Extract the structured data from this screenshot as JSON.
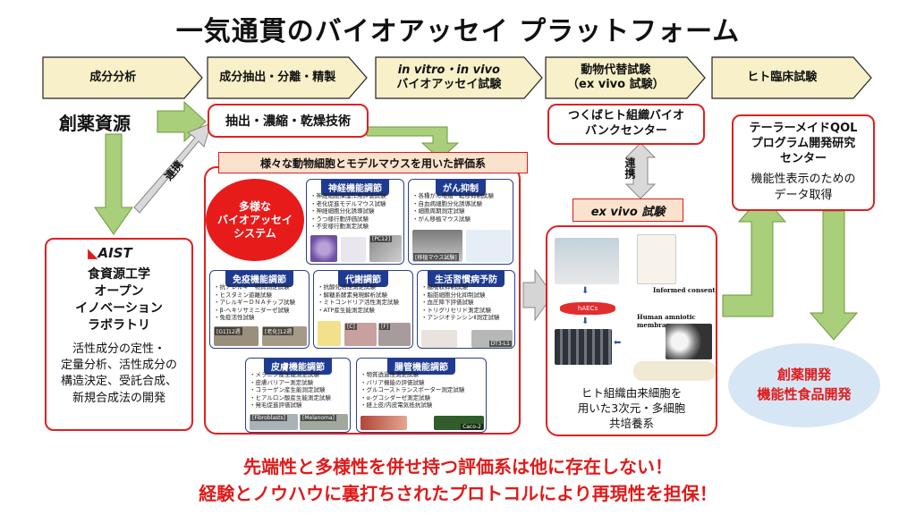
{
  "title": "一気通貫のバイオアッセイ プラットフォーム",
  "stages": [
    {
      "line1": "成分分析",
      "line2": ""
    },
    {
      "line1": "成分抽出・分離・精製",
      "line2": ""
    },
    {
      "line1": "in vitro・in vivo",
      "line2": "バイオアッセイ試験"
    },
    {
      "line1": "動物代替試験",
      "line2": "（ex vivo 試験）"
    },
    {
      "line1": "ヒト臨床試験",
      "line2": ""
    }
  ],
  "souyaku": "創薬資源",
  "extraction": "抽出・濃縮・乾燥技術",
  "renkei": "連携",
  "aist": {
    "logo": "AIST",
    "title": [
      "食資源工学",
      "オープン",
      "イノベーション",
      "ラボラトリ"
    ],
    "desc": [
      "活性成分の定性・",
      "定量分析、活性成分の",
      "構造決定、受託合成、",
      "新規合成法の開発"
    ]
  },
  "eval_title": "様々な動物細胞とモデルマウスを用いた評価系",
  "tayou": [
    "多様な",
    "バイオアッセイ",
    "システム"
  ],
  "panels": {
    "neuro": {
      "head": "神経機能調節",
      "items": [
        "・神経細胞保護作用評価試験",
        "・老化促進モデルマウス試験",
        "・神経細胞分化誘導試験",
        "・うつ様行動評価試験",
        "・不安様行動測定試験"
      ]
    },
    "cancer": {
      "head": "がん抑制",
      "items": [
        "・各種がん増殖・転移抑制試験",
        "・自血病細胞分化誘導試験",
        "・細胞周期測定試験",
        "・がん移植マウス試験"
      ]
    },
    "immune": {
      "head": "免疫機能調節",
      "items": [
        "・抗アレルギー物質測定試験",
        "・ヒスタミン遊離試験",
        "・アレルギーＤＮＡチップ試験",
        "・β-ヘキソサミニダーゼ試験",
        "・免疫活性試験"
      ]
    },
    "metab": {
      "head": "代謝調節",
      "items": [
        "・抗酸化活性測定試験",
        "・解糖系酵素発現解析試験",
        "・ミトコンドリア活性測定試験",
        "・ATP産生能測定試験"
      ]
    },
    "lifestyle": {
      "head": "生活習慣病予防",
      "items": [
        "・糖吸収抑制試験",
        "・脂肪細胞分化抑制試験",
        "・血圧降下評価試験",
        "・トリグリセリド測定試験",
        "・アンジオテンシンⅡ測定試験"
      ]
    },
    "skin": {
      "head": "皮膚機能調節",
      "items": [
        "・メラニン産生能測定試験",
        "・皮膚バリアー測定試験",
        "・コラーゲン産生能測定試験",
        "・ヒアルロン酸産生能測定試験",
        "・発毛促進評価試験"
      ]
    },
    "gut": {
      "head": "腸管機能調節",
      "items": [
        "・物質透過性測定試験",
        "・バリア機能の評価試験",
        "・グルコーストランスポーター測定試験",
        "・α-グコシダーゼ測定試験",
        "・経上皮/内皮電気抵抗試験"
      ]
    }
  },
  "img_labels": {
    "immune1": "[G1]12週",
    "immune2": "[老化]12週",
    "metab1": "[C]",
    "metab2": "[F]",
    "lifestyle": "DT3-L1",
    "skin1": "[Fibroblasts]",
    "skin2": "[Melanoma]",
    "gut": "Caco-2",
    "neuro": "[PC12]",
    "cancer": "[移植マウス試験]"
  },
  "tsukuba": [
    "つくばヒト組織バイオ",
    "バンクセンター"
  ],
  "exvivo": "ex vivo 試験",
  "exvivo_labels": {
    "informed": "Informed consent",
    "membrane": "Human amniotic membrane",
    "hAEC": "hAECs"
  },
  "exvivo_desc": [
    "ヒト組織由来細胞を",
    "用いた3次元・多細胞",
    "共培養系"
  ],
  "qol": {
    "title": [
      "テーラーメイドQOL",
      "プログラム開発研究",
      "センター"
    ],
    "desc": [
      "機能性表示のための",
      "データ取得"
    ]
  },
  "result": [
    "創薬開発",
    "機能性食品開発"
  ],
  "footer": [
    "先端性と多様性を併せ持つ評価系は他に存在しない！",
    "経験とノウハウに裏打ちされたプロトコルにより再現性を担保！"
  ],
  "colors": {
    "chevron": "#f7f0c8",
    "red": "#e01a1a",
    "green": "#a9cf7a",
    "navy": "#1f3b91",
    "result_bg": "#d7e6f5"
  }
}
